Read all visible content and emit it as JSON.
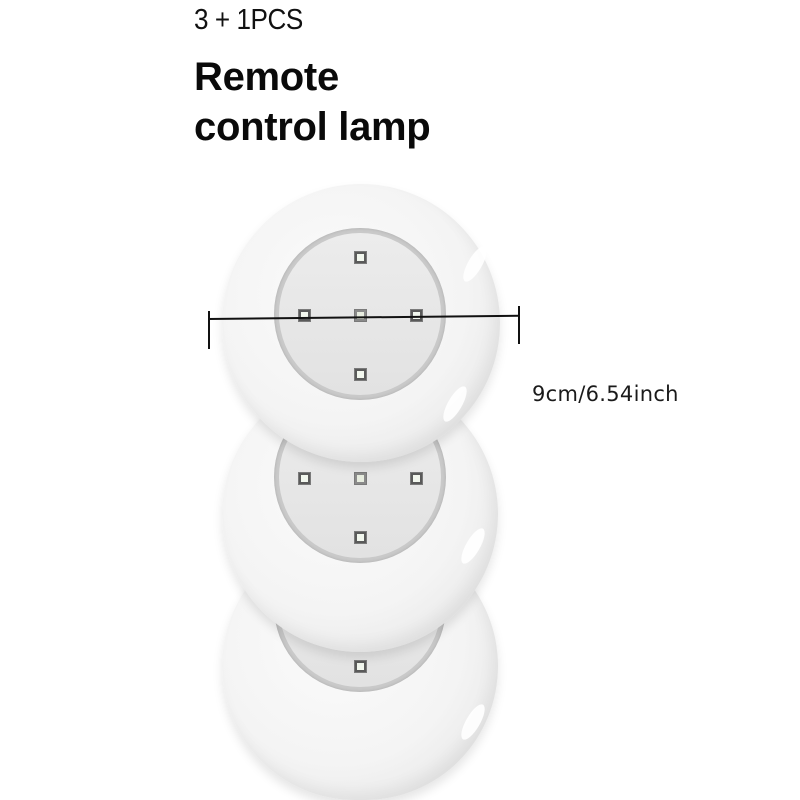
{
  "heading": {
    "quantity": "3 + 1PCS",
    "title_lines": [
      "Remote",
      "control lamp"
    ]
  },
  "product": {
    "name": "Remote control lamp",
    "lamp_count_shown": 3,
    "leds_per_lamp": 5,
    "lamps": [
      {
        "id": "lamp-1",
        "position": "top",
        "leds": [
          "top",
          "left",
          "center",
          "right",
          "bottom"
        ]
      },
      {
        "id": "lamp-2",
        "position": "middle",
        "leds": [
          "left",
          "center",
          "right",
          "bottom"
        ]
      },
      {
        "id": "lamp-3",
        "position": "bottom",
        "leds": [
          "left",
          "center",
          "right",
          "bottom"
        ]
      }
    ]
  },
  "dimension": {
    "label": "9cm/6.54inch"
  },
  "colors": {
    "background": "#ffffff",
    "text": "#111111",
    "lamp_body": "#f4f4f4",
    "lens_ring": "#c9c9c9",
    "lens": "#e6e6e6",
    "led": "#f2f7ee"
  }
}
